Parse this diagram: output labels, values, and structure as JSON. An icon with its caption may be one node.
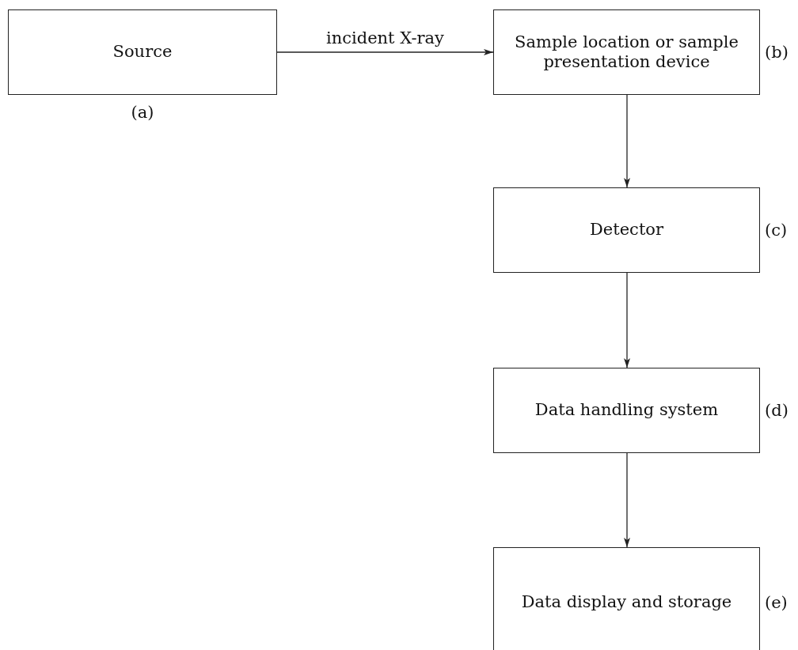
{
  "diagram": {
    "nodes": [
      {
        "text": [
          "Source"
        ],
        "beside": [
          "(a)"
        ]
      },
      {
        "text": [
          "Sample location or sample presentation device"
        ],
        "beside": [
          "(b)"
        ]
      },
      {
        "text": [
          "Detector"
        ],
        "beside": [
          "(c)"
        ]
      },
      {
        "text": [
          "Data handling system"
        ],
        "beside": [
          "(d)"
        ]
      },
      {
        "text": [
          "Data display and storage"
        ],
        "beside": [
          "(e)"
        ]
      }
    ],
    "edges": [
      {
        "from": 0,
        "to": 1,
        "arrow": "to",
        "label": "incident X-ray"
      },
      {
        "from": 1,
        "to": 2,
        "arrow": "to"
      },
      {
        "from": 2,
        "to": 3,
        "arrow": "to"
      },
      {
        "from": 3,
        "to": 4,
        "arrow": "to"
      }
    ]
  }
}
